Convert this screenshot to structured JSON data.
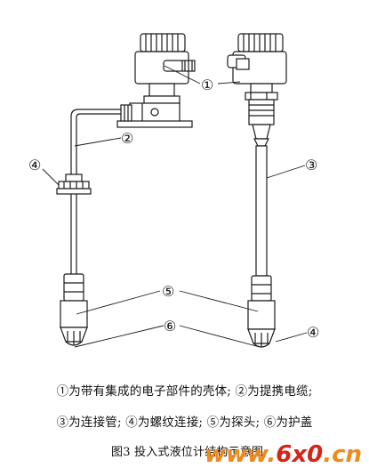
{
  "callouts": [
    "①",
    "②",
    "③",
    "④",
    "⑤",
    "⑥",
    "④"
  ],
  "legend_line1": "①为带有集成的电子部件的壳体; ②为提携电缆;",
  "legend_line2": "③为连接管; ④为螺纹连接; ⑤为探头; ⑥为护盖",
  "figure_caption": "图3 投入式液位计结构示意图",
  "watermark": {
    "prefix": "www.",
    "brand": "6x0",
    "suffix": ".cn"
  },
  "colors": {
    "line": "#1a1a1a",
    "wm_orange": "#f08a1c",
    "wm_red": "#d62418"
  }
}
